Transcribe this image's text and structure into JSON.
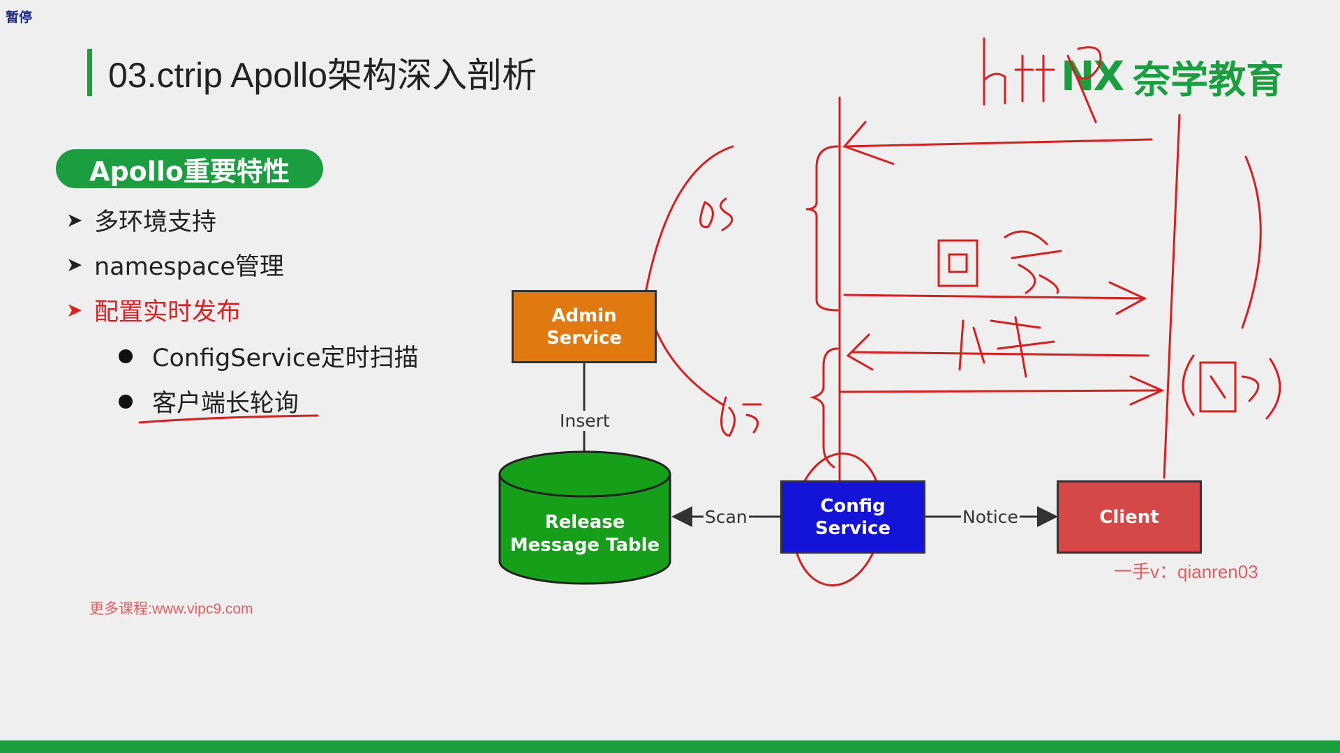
{
  "player": {
    "pause_label": "暂停"
  },
  "slide": {
    "title": "03.ctrip Apollo架构深入剖析",
    "logo": {
      "mark": "NX",
      "text": "奈学教育"
    },
    "pill": "Apollo重要特性",
    "bullets": [
      {
        "text": "多环境支持",
        "active": false
      },
      {
        "text": "namespace管理",
        "active": false
      },
      {
        "text": "配置实时发布",
        "active": true
      }
    ],
    "sub_bullets": [
      "ConfigService定时扫描",
      "客户端长轮询"
    ],
    "watermark_left": "更多课程:www.vipc9.com",
    "watermark_right": "一手v：qianren03"
  },
  "diagram": {
    "admin": "Admin Service",
    "release_table": "Release Message Table",
    "config": "Config Service",
    "client": "Client",
    "edge_insert": "Insert",
    "edge_scan": "Scan",
    "edge_notice": "Notice"
  },
  "colors": {
    "brand_green": "#1a9e3f",
    "admin_orange": "#e07a10",
    "config_blue": "#1414d8",
    "client_red": "#d44848",
    "annotation_red": "#d81e1e"
  }
}
